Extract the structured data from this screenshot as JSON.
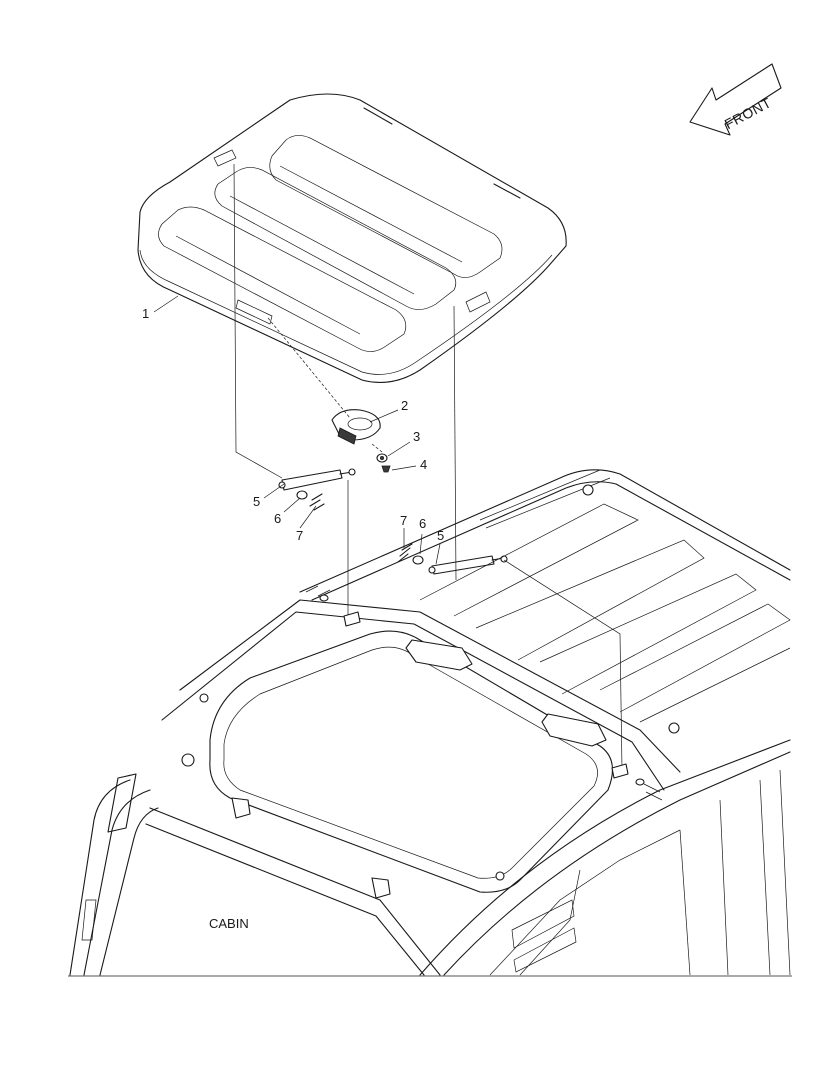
{
  "diagram": {
    "front_label": "FRONT",
    "cabin_label": "CABIN",
    "callouts": [
      {
        "id": "c1",
        "text": "1"
      },
      {
        "id": "c2",
        "text": "2"
      },
      {
        "id": "c3",
        "text": "3"
      },
      {
        "id": "c4",
        "text": "4"
      },
      {
        "id": "c5a",
        "text": "5"
      },
      {
        "id": "c6a",
        "text": "6"
      },
      {
        "id": "c7a",
        "text": "7"
      },
      {
        "id": "c7b",
        "text": "7"
      },
      {
        "id": "c6b",
        "text": "6"
      },
      {
        "id": "c5b",
        "text": "5"
      }
    ]
  }
}
